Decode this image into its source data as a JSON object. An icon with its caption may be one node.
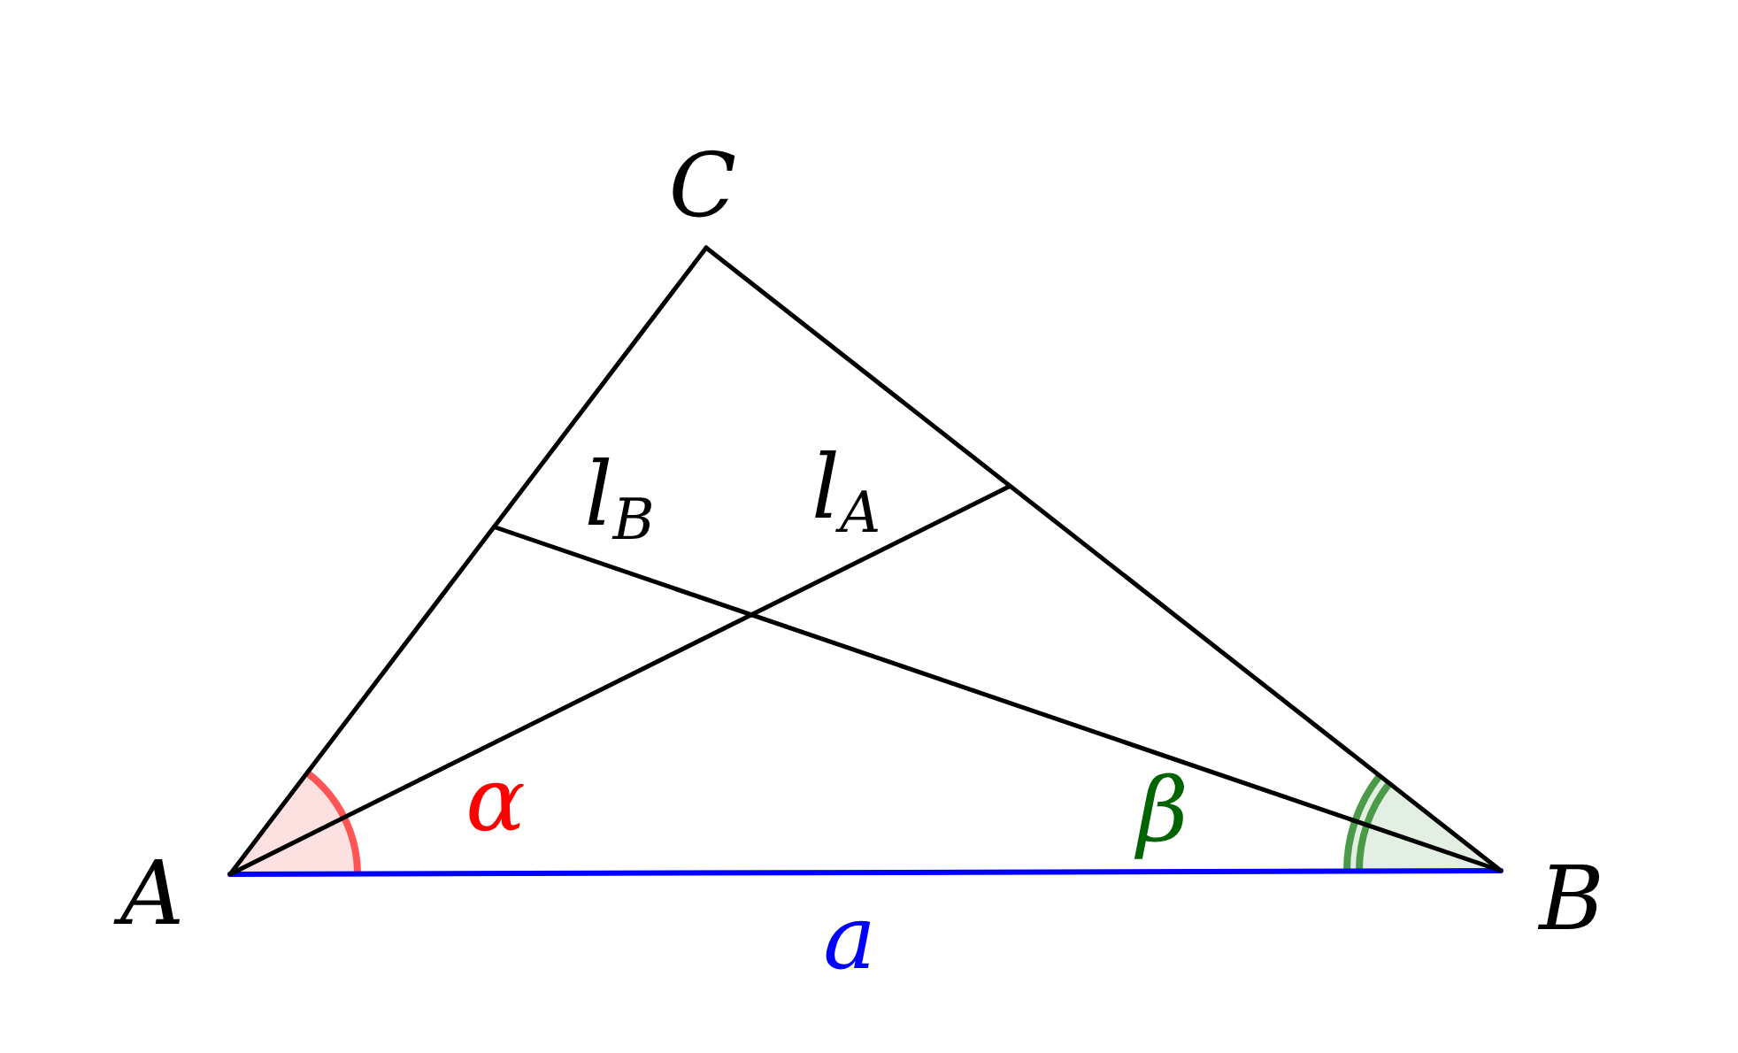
{
  "diagram": {
    "nodes": [
      {
        "text": [
          "C"
        ]
      },
      {
        "text": [
          "A"
        ]
      },
      {
        "text": [
          "B"
        ]
      }
    ],
    "edges": [
      {
        "from": 0,
        "to": 1,
        "arrow": "none"
      },
      {
        "from": 0,
        "to": 2,
        "arrow": "none"
      },
      {
        "from": 1,
        "to": 2,
        "arrow": "none",
        "label": "a",
        "color": "#0000ff"
      },
      {
        "from": 1,
        "to": null,
        "arrow": "none",
        "label": "l$_{A}$"
      },
      {
        "from": 2,
        "to": null,
        "arrow": "none",
        "label": "l$_{B}$"
      }
    ],
    "labels": [
      "α",
      "β"
    ]
  }
}
